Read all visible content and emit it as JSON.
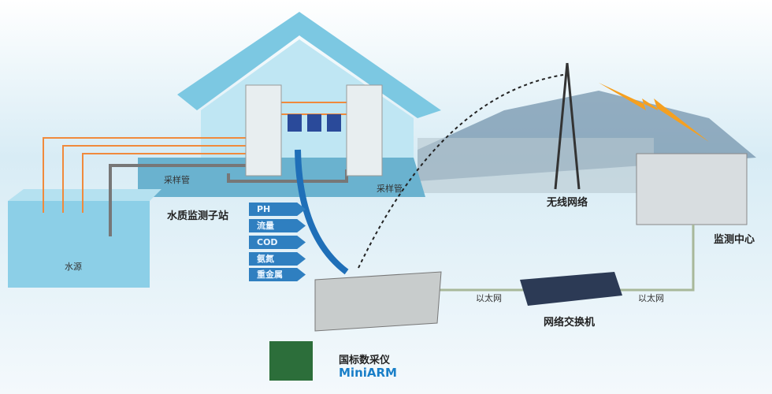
{
  "labels": {
    "water_source": "水源",
    "sampling_pipe_1": "采样管",
    "sampling_pipe_2": "采样管",
    "substation": "水质监测子站",
    "wireless": "无线网络",
    "monitor_center": "监测中心",
    "ethernet_1": "以太网",
    "ethernet_2": "以太网",
    "switch": "网络交换机",
    "collector": "国标数采仪",
    "collector_model": "MiniARM"
  },
  "parameters": [
    "PH",
    "流量",
    "COD",
    "氨氮",
    "重金属"
  ],
  "colors": {
    "house": "#8fd3ea",
    "tag": "#2f7fc0",
    "pipe": "#f08a3c",
    "model": "#1a7fc8"
  }
}
